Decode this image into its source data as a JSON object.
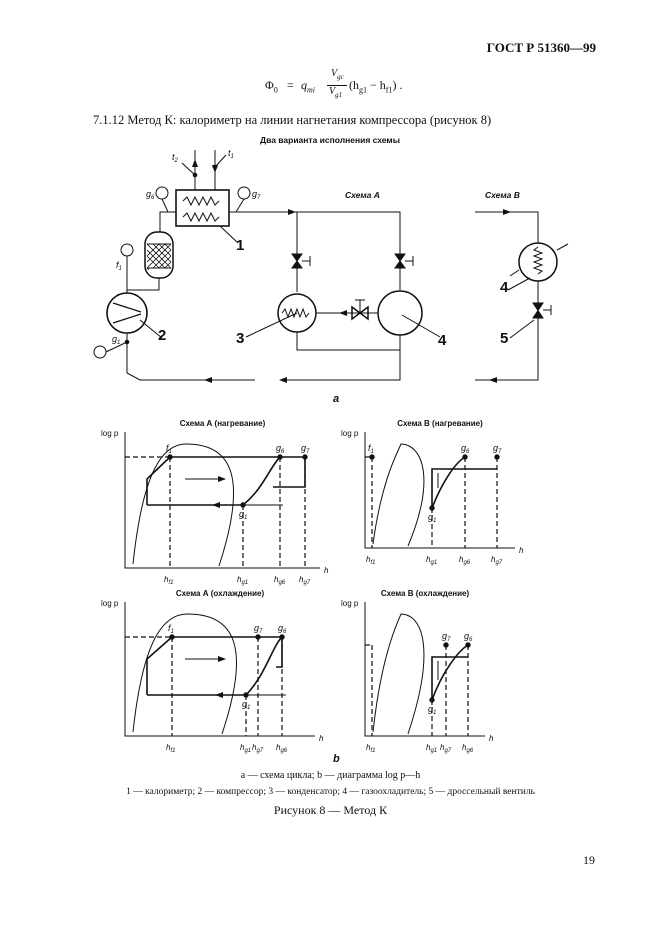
{
  "header": {
    "standard": "ГОСТ Р 51360—99"
  },
  "formula": {
    "lhs": "Φ",
    "lhs_sub": "0",
    "eq": "=",
    "q": "q",
    "q_sub": "mi",
    "num": "V",
    "num_sub": "gc",
    "den": "V",
    "den_sub": "g1",
    "paren_open": "(h",
    "h1_sub": "g1",
    "minus": " − h",
    "h2_sub": "f1",
    "paren_close": ") ."
  },
  "section": {
    "text": "7.1.12  Метод К: калориметр на линии нагнетания компрессора (рисунок 8)"
  },
  "figure": {
    "top_title": "Два варианта исполнения схемы",
    "scheme_a": "Схема А",
    "scheme_b": "Схема В",
    "label_a": "a",
    "label_b": "b",
    "t2": "t",
    "t2_sub": "2",
    "t1": "t",
    "t1_sub": "1",
    "g6": "g",
    "g6_sub": "6",
    "g7": "g",
    "g7_sub": "7",
    "f1": "f",
    "f1_sub": "1",
    "g1": "g",
    "g1_sub": "1",
    "n1": "1",
    "n2": "2",
    "n3": "3",
    "n4": "4",
    "n5": "5",
    "diagrams": [
      {
        "title": "Схема А (нагревание)",
        "yaxis": "log p",
        "xaxis": "h",
        "points": [
          [
            "f",
            "1"
          ],
          [
            "g",
            "6"
          ],
          [
            "g",
            "7"
          ],
          [
            "g",
            "1"
          ]
        ],
        "ticks": [
          [
            "h",
            "f1"
          ],
          [
            "h",
            "g1"
          ],
          [
            "h",
            "g6"
          ],
          [
            "h",
            "g7"
          ]
        ]
      },
      {
        "title": "Схема В (нагревание)",
        "yaxis": "log p",
        "xaxis": "h",
        "points": [
          [
            "f",
            "1"
          ],
          [
            "g",
            "6"
          ],
          [
            "g",
            "7"
          ],
          [
            "g",
            "1"
          ]
        ],
        "ticks": [
          [
            "h",
            "f1"
          ],
          [
            "h",
            "g1"
          ],
          [
            "h",
            "g6"
          ],
          [
            "h",
            "g7"
          ]
        ]
      },
      {
        "title": "Схема А (охлаждение)",
        "yaxis": "log p",
        "xaxis": "h",
        "points": [
          [
            "f",
            "1"
          ],
          [
            "g",
            "7"
          ],
          [
            "g",
            "6"
          ],
          [
            "g",
            "1"
          ]
        ],
        "ticks": [
          [
            "h",
            "f1"
          ],
          [
            "h",
            "g1"
          ],
          [
            "h",
            "g7"
          ],
          [
            "h",
            "g6"
          ]
        ]
      },
      {
        "title": "Схема В (охлаждение)",
        "yaxis": "log p",
        "xaxis": "h",
        "points": [
          [
            "g",
            "7"
          ],
          [
            "g",
            "6"
          ],
          [
            "g",
            "1"
          ]
        ],
        "ticks": [
          [
            "h",
            "f1"
          ],
          [
            "h",
            "g1"
          ],
          [
            "h",
            "g7"
          ],
          [
            "h",
            "g6"
          ]
        ]
      }
    ]
  },
  "captions": {
    "line1": "а — схема цикла; b — диаграмма log p—h",
    "line2": "1 — калориметр; 2 — компрессор; 3 — конденсатор; 4 — газоохладитель; 5 — дроссельный вентиль",
    "line3": "Рисунок 8 — Метод К"
  },
  "page": {
    "number": "19"
  }
}
